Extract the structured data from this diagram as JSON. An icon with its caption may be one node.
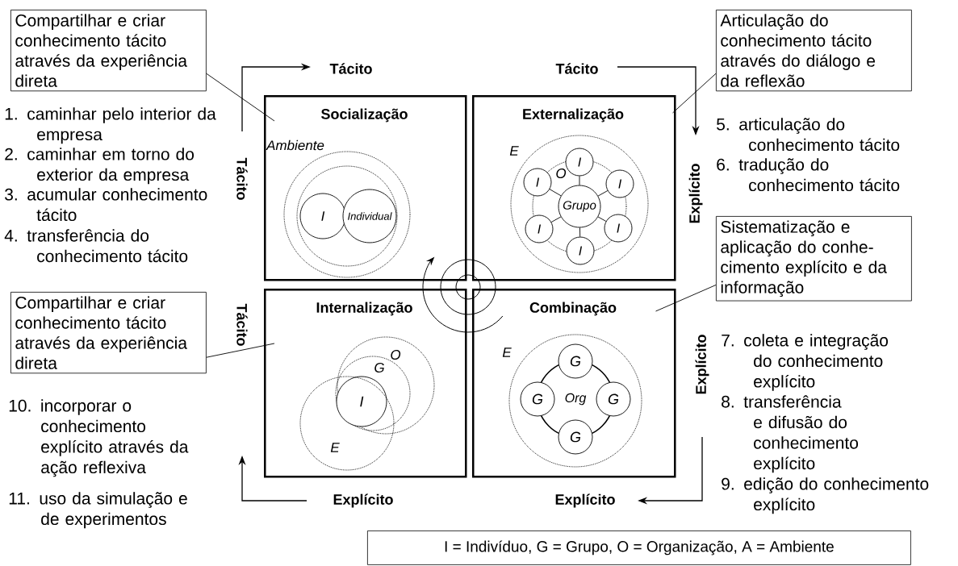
{
  "diagram": {
    "nodes": [
      {
        "text": [
          "Socialização"
        ]
      },
      {
        "text": [
          "Externalização"
        ]
      },
      {
        "text": [
          "Internalização"
        ]
      },
      {
        "text": [
          "Combinação"
        ]
      },
      {
        "text": [
          "Compartilhar e criar conhecimento tácito através da experiência direta"
        ]
      },
      {
        "text": [
          "Articulação do conhecimento tácito através do diálogo e da reflexão"
        ]
      },
      {
        "text": [
          "Sistematização e aplicação do conhe-cimento explícito e da informação"
        ]
      },
      {
        "text": [
          "Compartilhar e criar conhecimento tácito através da experiência direta"
        ]
      },
      {
        "text": [
          "Ambiente"
        ],
        "in": 0
      },
      {
        "text": [],
        "shape": "circle",
        "in": 8
      },
      {
        "text": [
          "I"
        ],
        "in": 9
      },
      {
        "text": [
          "Individual"
        ],
        "in": 9
      },
      {
        "text": [
          "E"
        ],
        "in": 1
      },
      {
        "text": [
          "O"
        ],
        "in": 12
      },
      {
        "text": [
          "Grupo"
        ],
        "in": 13
      },
      {
        "text": [
          "I"
        ],
        "in": 12
      },
      {
        "text": [
          "I"
        ],
        "in": 12
      },
      {
        "text": [
          "I"
        ],
        "in": 12
      },
      {
        "text": [
          "I"
        ],
        "in": 12
      },
      {
        "text": [
          "I"
        ],
        "in": 12
      },
      {
        "text": [
          "I"
        ],
        "in": 12
      },
      {
        "text": [
          "O"
        ],
        "in": 2
      },
      {
        "text": [
          "G"
        ],
        "in": 21
      },
      {
        "text": [
          "I"
        ]
      },
      {
        "text": [
          "E"
        ],
        "in": 2
      },
      {
        "text": [
          "E"
        ],
        "in": 3
      },
      {
        "text": [
          "Org"
        ],
        "in": 25
      },
      {
        "text": [
          "G"
        ],
        "in": 25
      },
      {
        "text": [
          "G"
        ],
        "in": 25
      },
      {
        "text": [
          "G"
        ],
        "in": 25
      },
      {
        "text": [
          "G"
        ],
        "in": 25
      },
      {
        "text": [
          "I = Indivíduo, G = Grupo, O = Organização, A = Ambiente"
        ]
      }
    ],
    "edges": [
      {
        "from": 4,
        "to": 0,
        "arrow": "none"
      },
      {
        "from": 5,
        "to": 1,
        "arrow": "none"
      },
      {
        "from": 6,
        "to": 3,
        "arrow": "none"
      },
      {
        "from": 7,
        "to": 2,
        "arrow": "none"
      },
      {
        "from": 14,
        "to": 15,
        "arrow": "none"
      },
      {
        "from": 14,
        "to": 16,
        "arrow": "none"
      },
      {
        "from": 14,
        "to": 17,
        "arrow": "none"
      },
      {
        "from": 14,
        "to": 18,
        "arrow": "none"
      },
      {
        "from": 14,
        "to": 19,
        "arrow": "none"
      },
      {
        "from": 14,
        "to": 20,
        "arrow": "none"
      }
    ],
    "labels": [
      "Tácito",
      "Tácito",
      "Tácito",
      "Explícito",
      "Tácito",
      "Explícito",
      "Explícito",
      "Explícito",
      "1. caminhar pelo interior da empresa",
      "2. caminhar em torno do exterior da empresa",
      "3. acumular conhecimento tácito",
      "4. transferência do conhecimento tácito",
      "5. articulação do conhecimento tácito",
      "6. tradução do conhecimento tácito",
      "7. coleta e integração do conhecimento explícito",
      "8. transferência e difusão do conhecimento explícito",
      "9. edição do conhecimento explícito",
      "10. incorporar o conhecimento explícito através da ação reflexiva",
      "11. uso da simulação e de experimentos"
    ]
  }
}
